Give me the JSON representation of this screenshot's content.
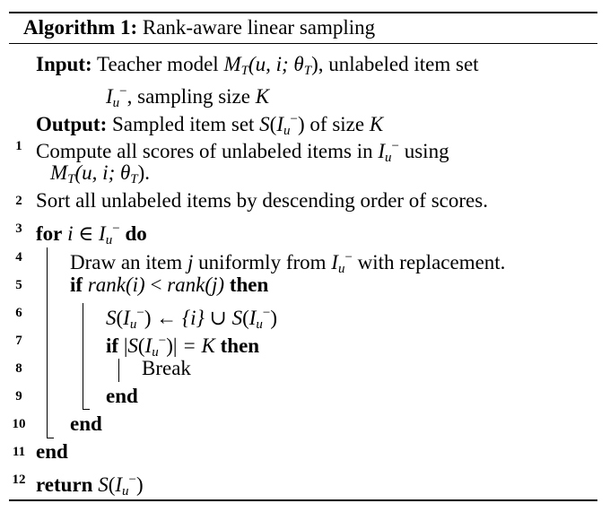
{
  "algorithm": {
    "label": "Algorithm 1:",
    "title": "Rank-aware linear sampling"
  },
  "input": {
    "keyword": "Input:",
    "text_1": "Teacher model",
    "math_1": "M",
    "math_1_sub": "T",
    "math_1_args": "(u, i; θ",
    "math_1_args_sub": "T",
    "math_1_close": "),",
    "text_2": "unlabeled item set",
    "set_symbol": "I",
    "set_sub": "u",
    "set_sup": "−",
    "text_3": ", sampling size",
    "k": "K"
  },
  "output": {
    "keyword": "Output:",
    "text_1": "Sampled item set",
    "s": "S",
    "text_2": "of size",
    "k": "K"
  },
  "steps": [
    {
      "num": "1",
      "text": "Compute all scores of unlabeled items in",
      "text_after": "using"
    },
    {
      "num": "2",
      "text": "Sort all unlabeled items by descending order of scores."
    },
    {
      "num": "3",
      "keyword": "for",
      "var": "i",
      "in": "∈",
      "keyword_after": "do"
    },
    {
      "num": "4",
      "text": "Draw an item",
      "var": "j",
      "text_after": "uniformly from",
      "text_end": "with replacement."
    },
    {
      "num": "5",
      "keyword": "if",
      "lhs": "rank",
      "lhs_arg": "(i)",
      "op": "<",
      "rhs": "rank",
      "rhs_arg": "(j)",
      "keyword_after": "then"
    },
    {
      "num": "6",
      "arrow": "←",
      "set_i": "{i}",
      "cup": "∪"
    },
    {
      "num": "7",
      "keyword": "if",
      "eq": "= K",
      "keyword_after": "then"
    },
    {
      "num": "8",
      "text": "Break"
    },
    {
      "num": "9",
      "keyword": "end"
    },
    {
      "num": "10",
      "keyword": "end"
    },
    {
      "num": "11",
      "keyword": "end"
    },
    {
      "num": "12",
      "keyword": "return"
    }
  ]
}
